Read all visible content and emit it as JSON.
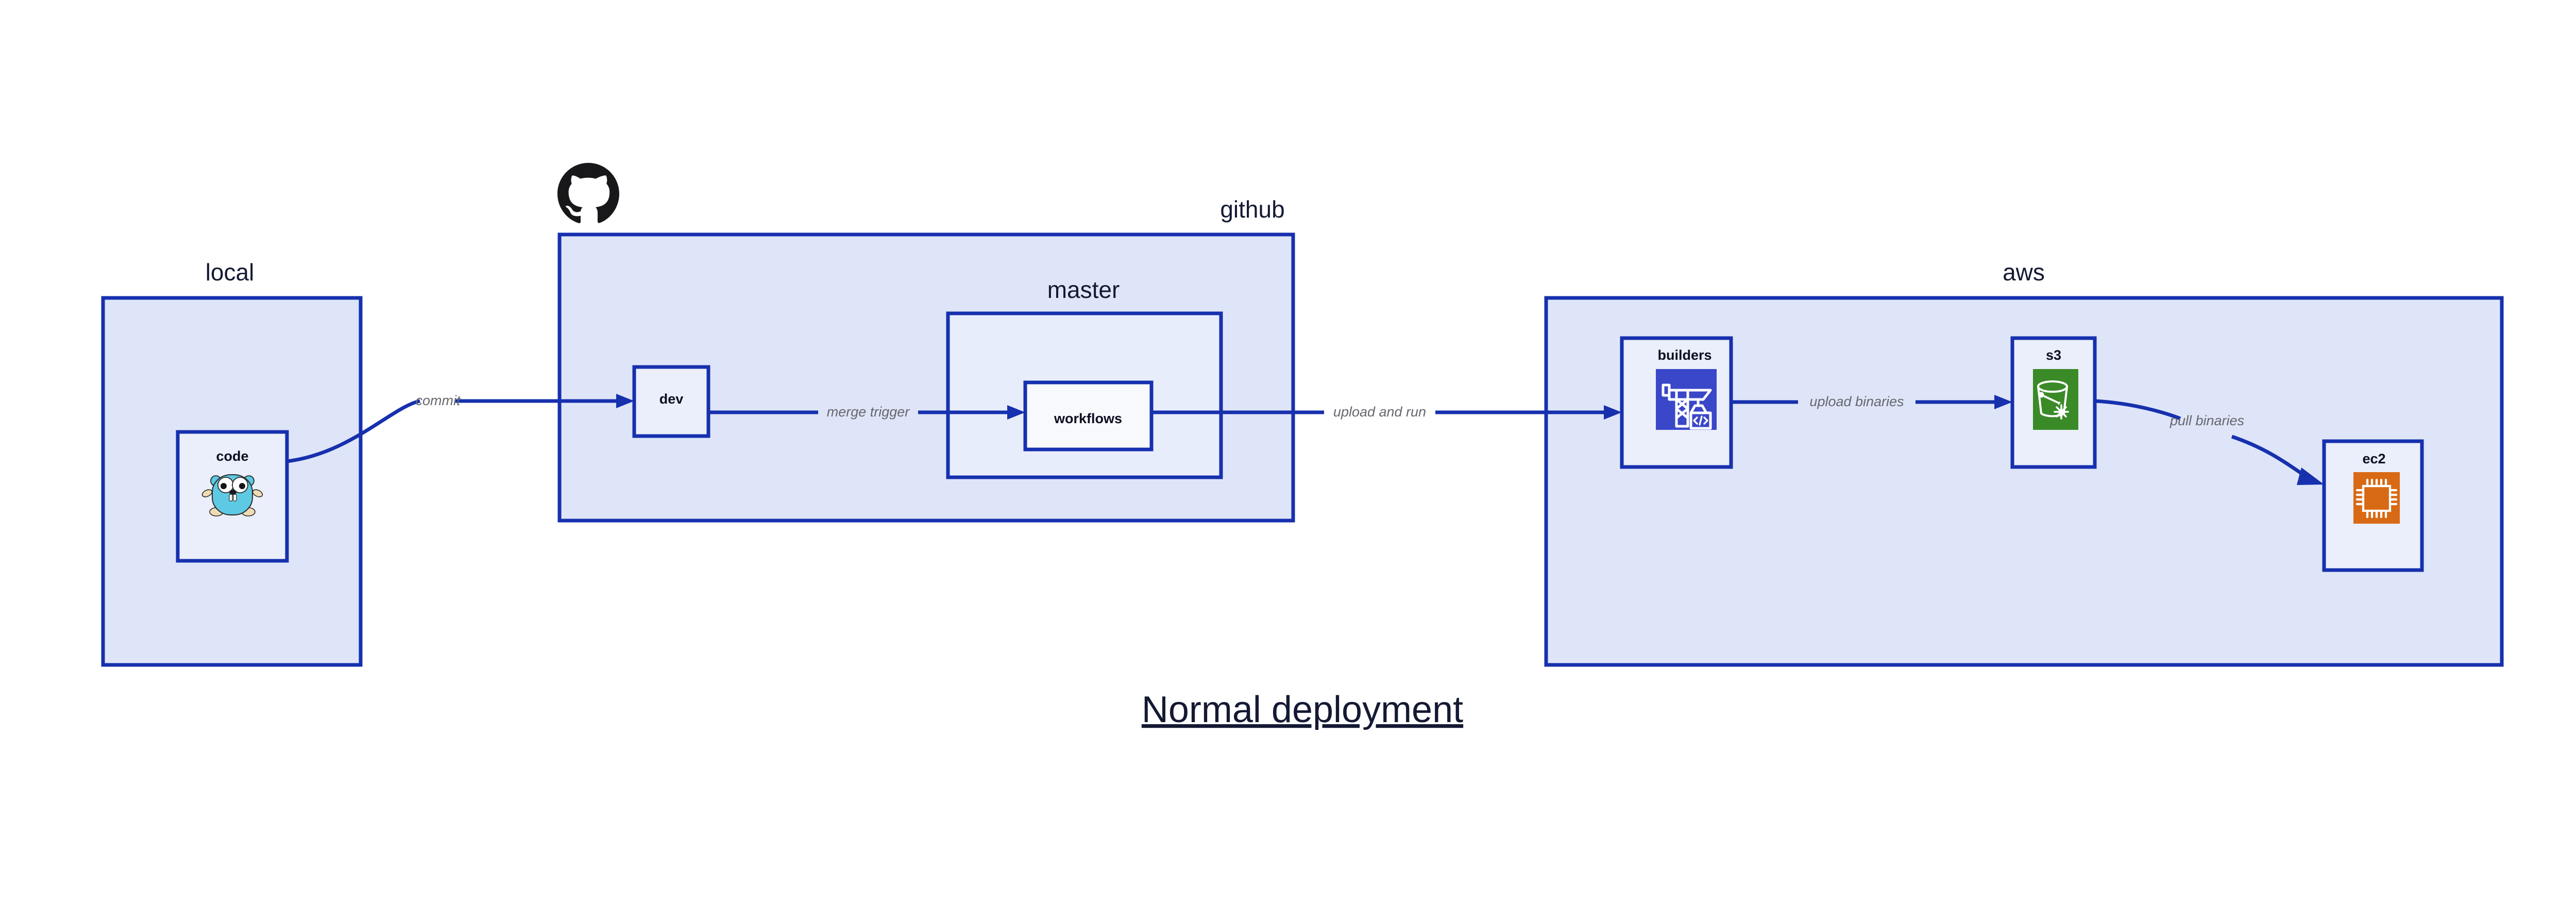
{
  "title": "Normal deployment",
  "colors": {
    "group_fill": "#dee5f8",
    "subgroup_fill": "#e8edfb",
    "node_fill": "#eaeffb",
    "node_fill_light": "#f7f9fd",
    "border": "#1630ae",
    "edge": "#1630ae",
    "edge_label": "#66676e",
    "text": "#141933",
    "builders_icon_bg": "#3a47c8",
    "s3_icon_bg": "#3a8a28",
    "ec2_icon_bg": "#d96a15",
    "gopher_body": "#5dc9e2",
    "gopher_foot": "#f5dfb6",
    "github_mark": "#18181b"
  },
  "groups": [
    {
      "id": "local",
      "label": "local"
    },
    {
      "id": "github",
      "label": "github",
      "icon": "github-octocat-icon"
    },
    {
      "id": "master",
      "label": "master"
    },
    {
      "id": "aws",
      "label": "aws"
    }
  ],
  "nodes": [
    {
      "id": "code",
      "label": "code",
      "icon": "go-gopher-icon",
      "group": "local"
    },
    {
      "id": "dev",
      "label": "dev",
      "icon": null,
      "group": "github"
    },
    {
      "id": "workflows",
      "label": "workflows",
      "icon": null,
      "group": "master"
    },
    {
      "id": "builders",
      "label": "builders",
      "icon": "aws-builders-crane-icon",
      "group": "aws"
    },
    {
      "id": "s3",
      "label": "s3",
      "icon": "aws-s3-bucket-icon",
      "group": "aws"
    },
    {
      "id": "ec2",
      "label": "ec2",
      "icon": "aws-ec2-chip-icon",
      "group": "aws"
    }
  ],
  "edges": [
    {
      "id": "commit",
      "from": "code",
      "to": "dev",
      "label": "commit"
    },
    {
      "id": "merge-trigger",
      "from": "dev",
      "to": "workflows",
      "label": "merge trigger"
    },
    {
      "id": "upload-and-run",
      "from": "workflows",
      "to": "builders",
      "label": "upload and run"
    },
    {
      "id": "upload-binaries",
      "from": "builders",
      "to": "s3",
      "label": "upload binaries"
    },
    {
      "id": "pull-binaries",
      "from": "s3",
      "to": "ec2",
      "label": "pull binaries"
    }
  ]
}
